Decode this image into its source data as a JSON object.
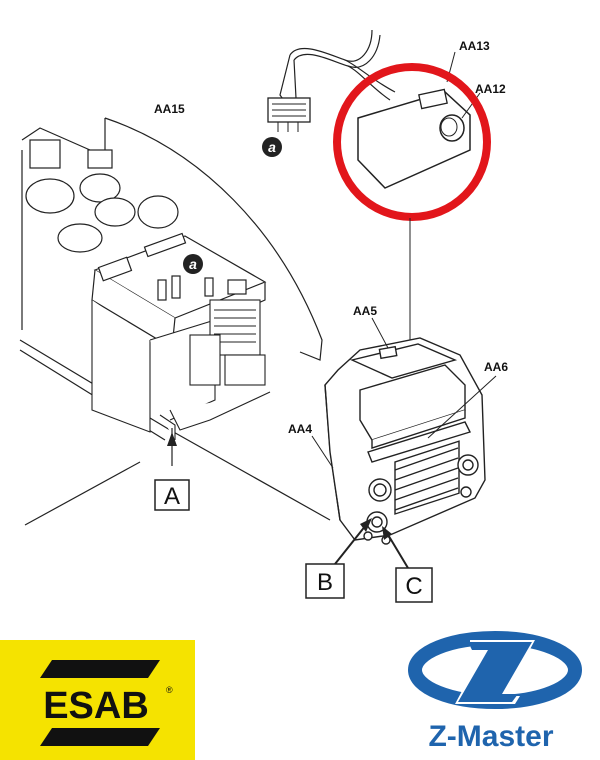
{
  "labels": {
    "aa13": "AA13",
    "aa12": "AA12",
    "aa15": "AA15",
    "aa5": "AA5",
    "aa6": "AA6",
    "aa4": "AA4",
    "marker_a_top": "a",
    "marker_a_board": "a",
    "box_a": "A",
    "box_b": "B",
    "box_c": "C"
  },
  "logos": {
    "esab": {
      "text": "ESAB",
      "mark": "®",
      "background": "#f5e300"
    },
    "zmaster": {
      "text": "Z-Master",
      "color": "#1f64ad"
    }
  },
  "colors": {
    "highlight_ring": "#e2161b",
    "line": "#222222"
  }
}
